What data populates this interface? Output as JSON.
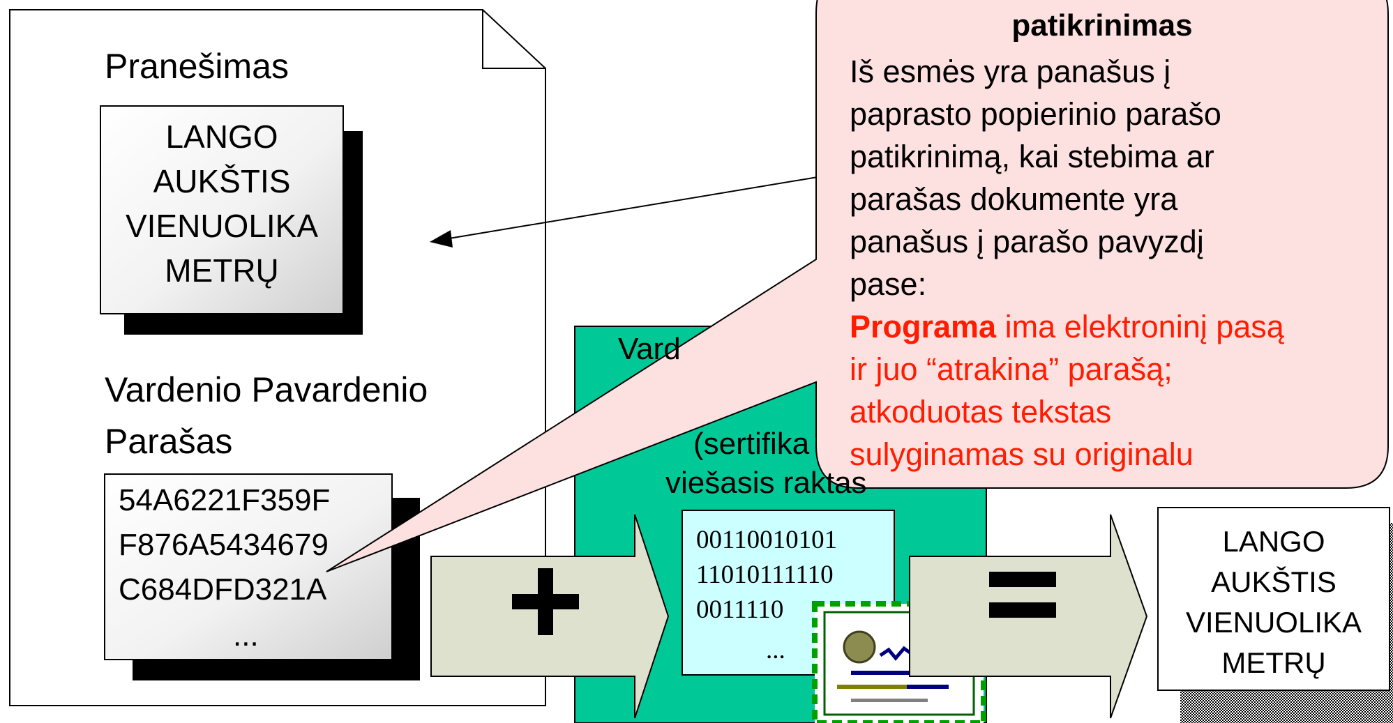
{
  "document": {
    "title": "Pranešimas",
    "message_lines": [
      "LANGO",
      "AUKŠTIS",
      "VIENUOLIKA",
      "METRŲ"
    ],
    "signature_label_lines": [
      "Vardenio Pavardenio",
      "Parašas"
    ],
    "signature_lines": [
      "54A6221F359F",
      "F876A5434679",
      "C684DFD321A",
      "..."
    ]
  },
  "plus_symbol": "+",
  "equals_symbol": "=",
  "certificate_panel": {
    "visible_text_lines": [
      "Vard",
      "(sertifika",
      "viešasis raktas"
    ],
    "binary_lines": [
      "00110010101",
      "11010111110",
      "0011110",
      "..."
    ]
  },
  "result_note": {
    "lines": [
      "LANGO",
      "AUKŠTIS",
      "VIENUOLIKA",
      "METRŲ"
    ]
  },
  "callout": {
    "heading": "patikrinimas",
    "lines": [
      "Iš esmės yra panašus į",
      "paprasto popierinio parašo",
      "patikrinimą, kai stebima ar",
      "parašas dokumente yra",
      "panašus į parašo pavyzdį",
      "pase:"
    ],
    "program_bold": "Programa",
    "program_rest": " ima elektroninį pasą",
    "red_lines": [
      "ir juo “atrakina” parašą;",
      "atkoduotas tekstas",
      "sulyginamas su originalu"
    ]
  },
  "colors": {
    "callout_fill": "#fde0e0",
    "certificate_panel": "#00c896",
    "arrow_fill": "#dfe1cf",
    "binary_box": "#ccffff",
    "red_text": "#ff1c00"
  }
}
